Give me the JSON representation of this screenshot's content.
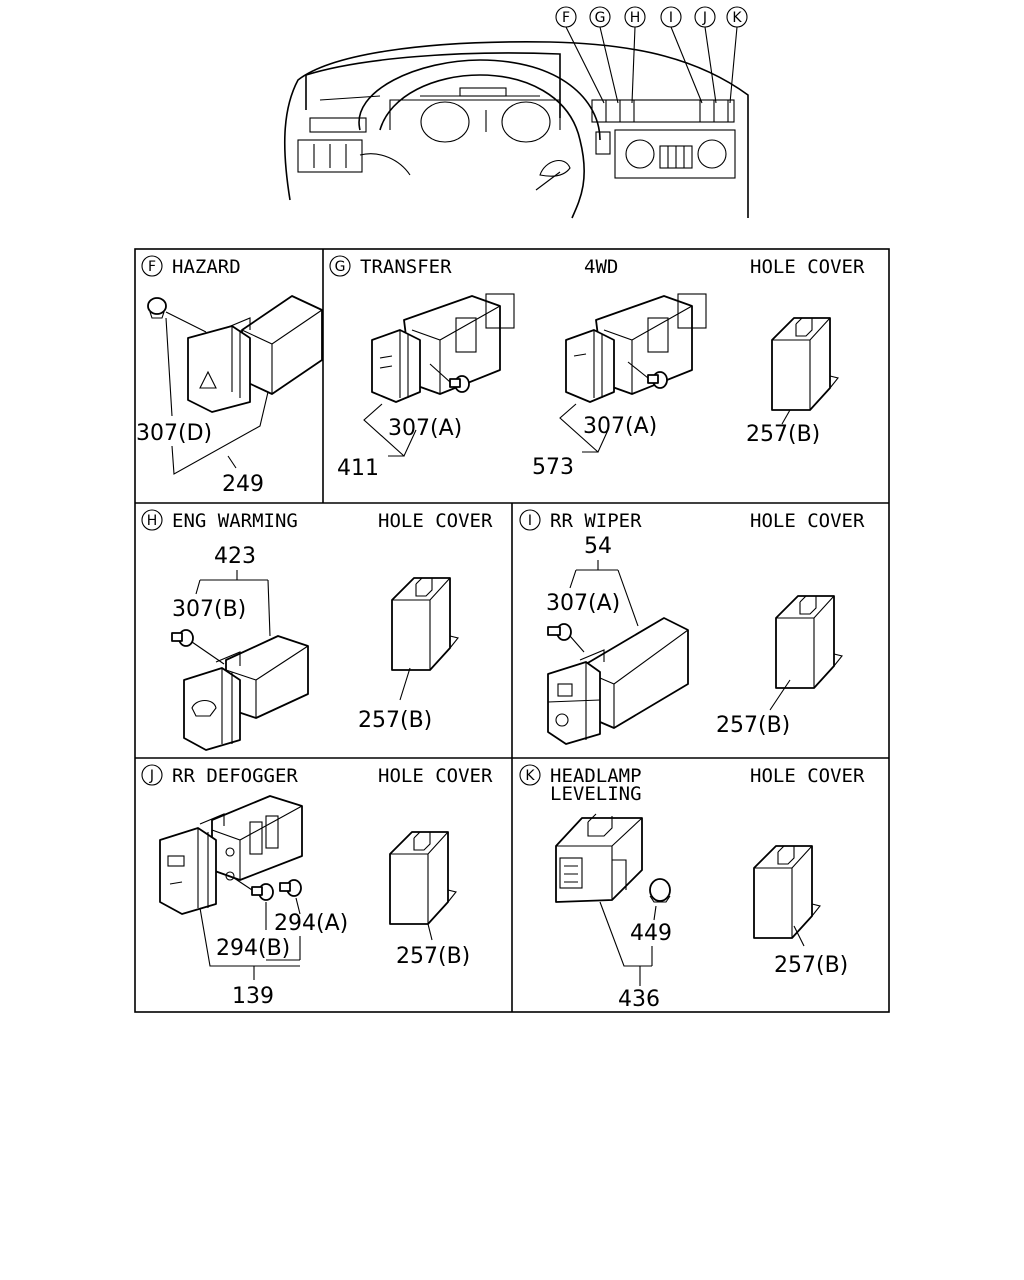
{
  "callouts": [
    "F",
    "G",
    "H",
    "I",
    "J",
    "K"
  ],
  "panels": {
    "F": {
      "letter": "F",
      "title": "HAZARD",
      "parts": {
        "screw": "307(D)",
        "switch": "249"
      }
    },
    "G": {
      "letter": "G",
      "title": "TRANSFER",
      "title2": "4WD",
      "title3": "HOLE COVER",
      "parts": {
        "screw1": "307(A)",
        "switch1": "411",
        "screw2": "307(A)",
        "switch2": "573",
        "cover": "257(B)"
      }
    },
    "H": {
      "letter": "H",
      "title": "ENG WARMING",
      "title2": "HOLE COVER",
      "parts": {
        "switch": "423",
        "screw": "307(B)",
        "cover": "257(B)"
      }
    },
    "I": {
      "letter": "I",
      "title": "RR WIPER",
      "title2": "HOLE COVER",
      "parts": {
        "switch": "54",
        "screw": "307(A)",
        "cover": "257(B)"
      }
    },
    "J": {
      "letter": "J",
      "title": "RR DEFOGGER",
      "title2": "HOLE COVER",
      "parts": {
        "screwA": "294(A)",
        "screwB": "294(B)",
        "switch": "139",
        "cover": "257(B)"
      }
    },
    "K": {
      "letter": "K",
      "title": "HEADLAMP",
      "title_line2": "LEVELING",
      "title2": "HOLE COVER",
      "parts": {
        "bulb": "449",
        "switch": "436",
        "cover": "257(B)"
      }
    }
  }
}
